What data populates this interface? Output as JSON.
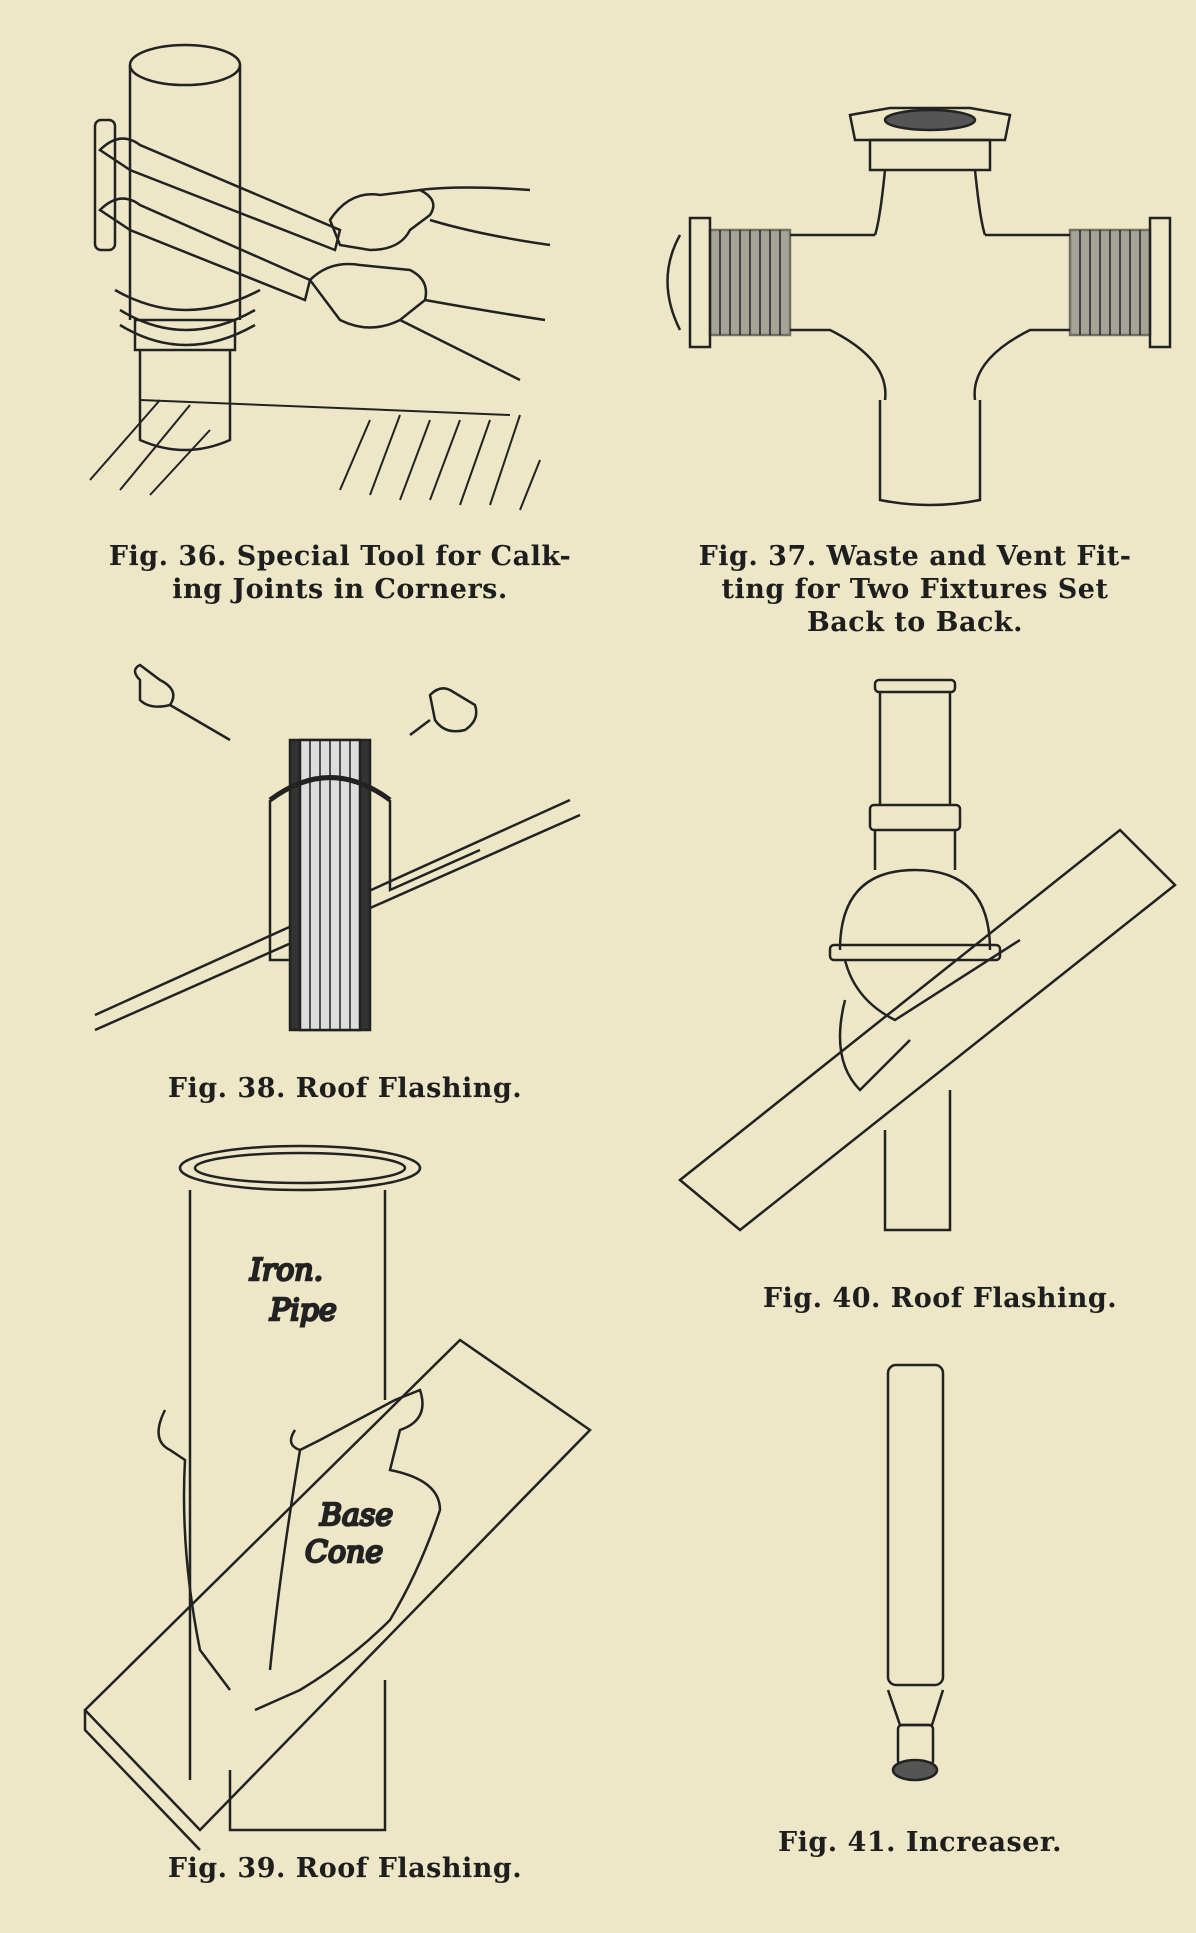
{
  "figures": {
    "fig36": {
      "caption": "Fig. 36.  Special Tool for Calk-\ning Joints in Corners."
    },
    "fig37": {
      "caption": "Fig. 37.  Waste and Vent Fit-\nting for Two Fixtures Set\nBack to Back."
    },
    "fig38": {
      "caption": "Fig. 38.  Roof Flashing."
    },
    "fig39": {
      "caption": "Fig. 39.  Roof Flashing.",
      "labels": {
        "pipe": "Iron.\nPipe",
        "cone": "Base\nCone"
      }
    },
    "fig40": {
      "caption": "Fig. 40.  Roof Flashing."
    },
    "fig41": {
      "caption": "Fig. 41.  Increaser."
    }
  }
}
